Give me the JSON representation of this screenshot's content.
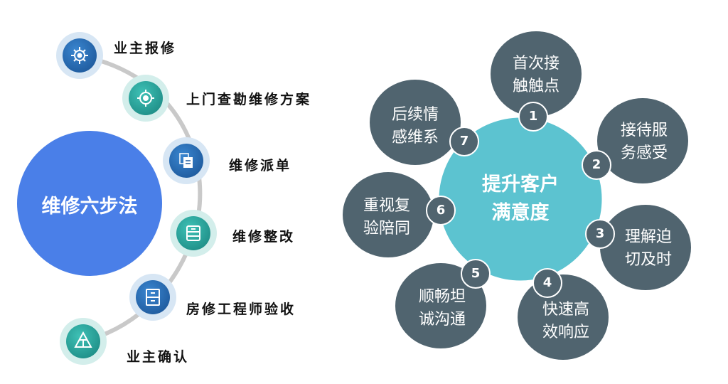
{
  "left_diagram": {
    "title": "维修六步法",
    "steps": [
      {
        "label": "业主报修",
        "icon": "gear-icon",
        "color": "#2e72b8"
      },
      {
        "label": "上门查勘维修方案",
        "icon": "target-icon",
        "color": "#2aa9a1"
      },
      {
        "label": "维修派单",
        "icon": "document-stack-icon",
        "color": "#2e72b8"
      },
      {
        "label": "维修整改",
        "icon": "drawer-icon",
        "color": "#2aa9a1"
      },
      {
        "label": "房修工程师验收",
        "icon": "cabinet-icon",
        "color": "#2e72b8"
      },
      {
        "label": "业主确认",
        "icon": "triangle-icon",
        "color": "#2aa9a1"
      }
    ],
    "colors": {
      "title_circle": "#4a7fe8",
      "arc": "#c9c9c9"
    }
  },
  "right_diagram": {
    "center_line1": "提升客户",
    "center_line2": "满意度",
    "petals": [
      {
        "number": "1",
        "line1": "首次接",
        "line2": "触触点"
      },
      {
        "number": "2",
        "line1": "接待服",
        "line2": "务感受"
      },
      {
        "number": "3",
        "line1": "理解迫",
        "line2": "切及时"
      },
      {
        "number": "4",
        "line1": "快速高",
        "line2": "效响应"
      },
      {
        "number": "5",
        "line1": "顺畅坦",
        "line2": "诚沟通"
      },
      {
        "number": "6",
        "line1": "重视复",
        "line2": "验陪同"
      },
      {
        "number": "7",
        "line1": "后续情",
        "line2": "感维系"
      }
    ],
    "colors": {
      "center": "#5cc3d0",
      "petal": "#50646f"
    }
  }
}
